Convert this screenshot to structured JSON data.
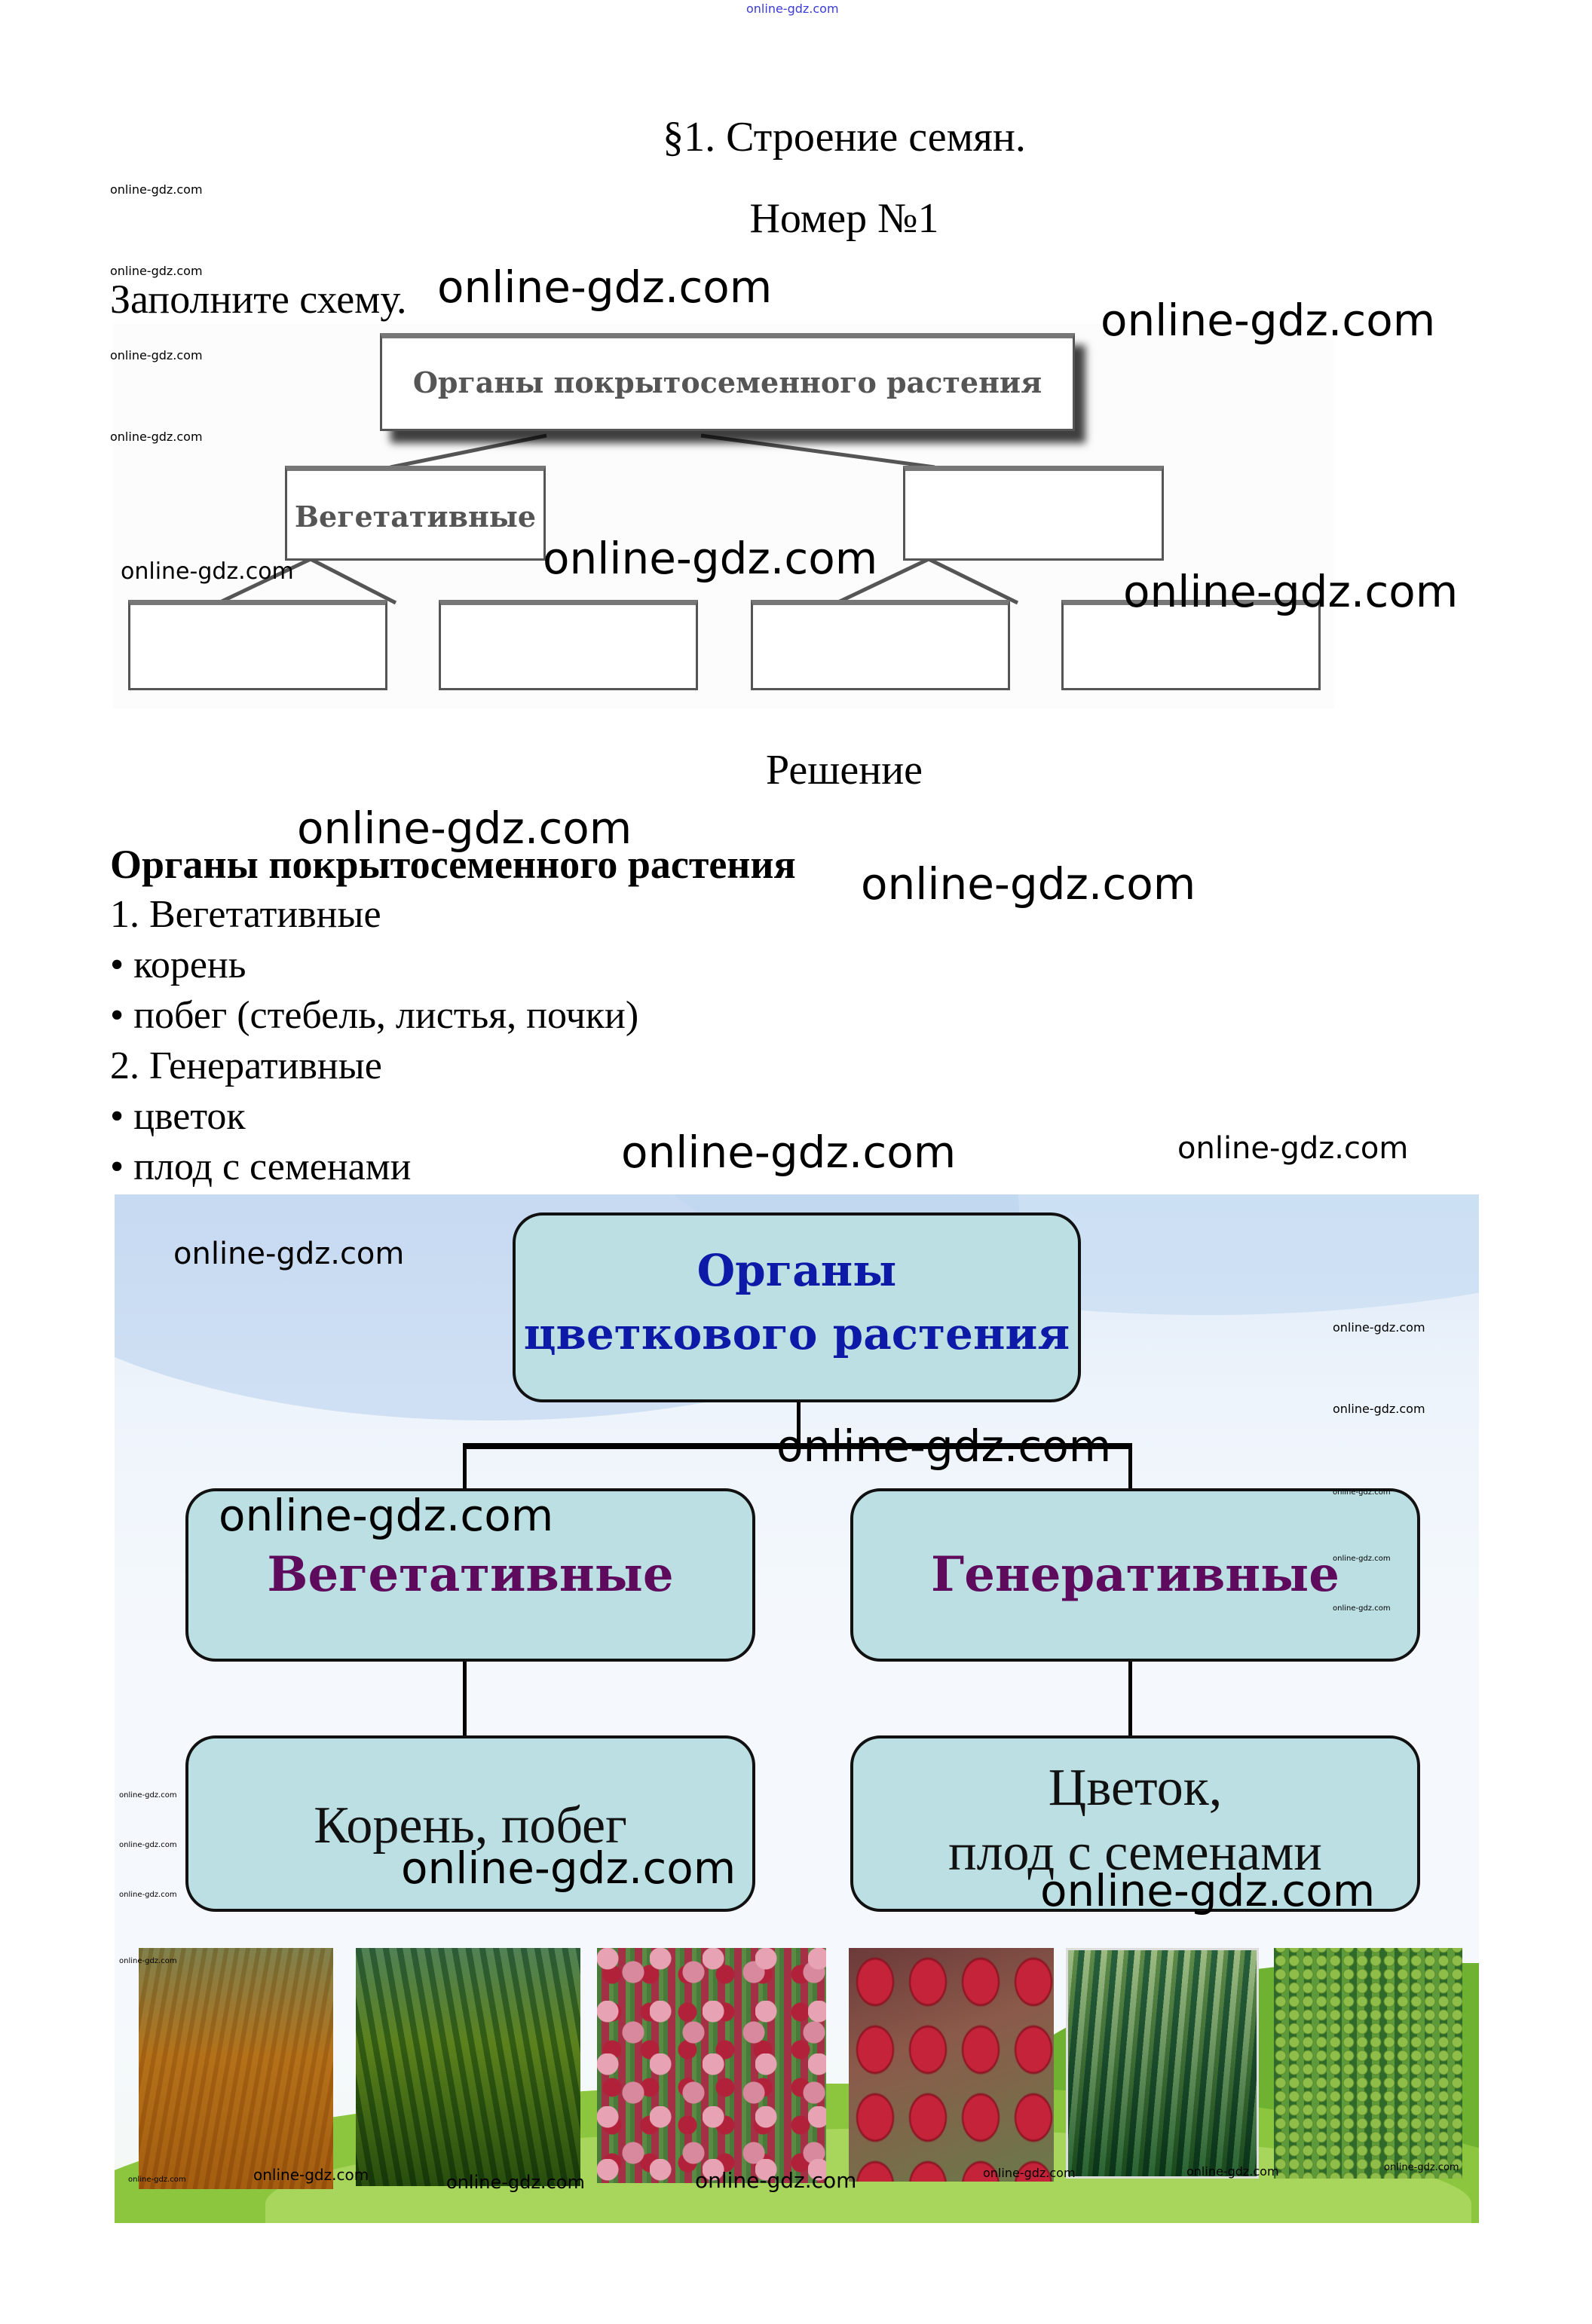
{
  "header_watermark": "online-gdz.com",
  "section_title": "§1. Строение семян.",
  "number_title": "Номер №1",
  "task_text": "Заполните схему.",
  "scheme": {
    "root": "Органы покрытосеменного растения",
    "left_branch": "Вегетативные",
    "right_branch": "",
    "leaves": [
      "",
      "",
      "",
      ""
    ]
  },
  "solution_heading": "Решение",
  "solution": {
    "heading": "Органы покрытосеменного растения",
    "lines": [
      "1. Вегетативные",
      "• корень",
      "• побег (стебель, листья, почки)",
      "2. Генеративные",
      "• цветок",
      "• плод с семенами"
    ]
  },
  "slide": {
    "root_line1": "Органы",
    "root_line2": "цветкового растения",
    "left": "Вегетативные",
    "right": "Генеративные",
    "left_child": "Корень, побег",
    "right_child_line1": "Цветок,",
    "right_child_line2": "плод с семенами",
    "photos": [
      "wheat",
      "corn",
      "tulips",
      "red-berries",
      "green-beans",
      "peas"
    ],
    "colors": {
      "box_fill": "#bcdfe3",
      "root_text": "#0d1aa8",
      "branch_text": "#5e0b5e"
    }
  },
  "watermark": "online-gdz.com"
}
